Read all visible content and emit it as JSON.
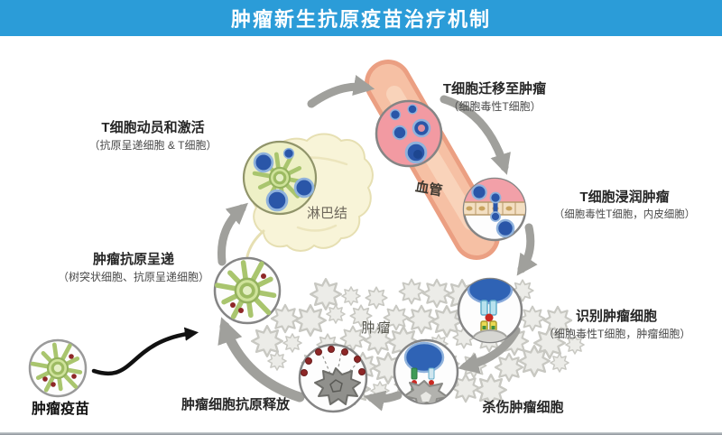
{
  "header": {
    "title": "肿瘤新生抗原疫苗治疗机制"
  },
  "cycle": {
    "steps": [
      {
        "key": "mobilization",
        "title": "T细胞动员和激活",
        "subtitle": "（抗原呈递细胞 & T细胞）"
      },
      {
        "key": "migration",
        "title": "T细胞迁移至肿瘤",
        "subtitle": "（细胞毒性T细胞）"
      },
      {
        "key": "infiltration",
        "title": "T细胞浸润肿瘤",
        "subtitle": "（细胞毒性T细胞，内皮细胞）"
      },
      {
        "key": "recognition",
        "title": "识别肿瘤细胞",
        "subtitle": "（细胞毒性T细胞，肿瘤细胞）"
      },
      {
        "key": "killing",
        "title": "杀伤肿瘤细胞",
        "subtitle": ""
      },
      {
        "key": "release",
        "title": "肿瘤细胞抗原释放",
        "subtitle": ""
      },
      {
        "key": "presentation",
        "title": "肿瘤抗原呈递",
        "subtitle": "（树突状细胞、抗原呈递细胞）"
      }
    ]
  },
  "anatomy": {
    "lymph_node": "淋巴结",
    "blood_vessel": "血管",
    "tumor": "肿瘤"
  },
  "vaccine": {
    "label": "肿瘤疫苗"
  },
  "colors": {
    "header_bg": "#2b9cd8",
    "header_text": "#ffffff",
    "arrow_gray": "#a0a09c",
    "vaccine_arrow": "#111111",
    "pink_vessel_cell": "#f29aa2",
    "tcell_blue": "#2a56a8",
    "dendritic_green": "#cfe39a",
    "lymph_node_fill": "#f8f4d8",
    "vessel_fill": "#f6c0a4",
    "tumor_fill": "#ecece8",
    "antigen_red": "#8e2727"
  }
}
